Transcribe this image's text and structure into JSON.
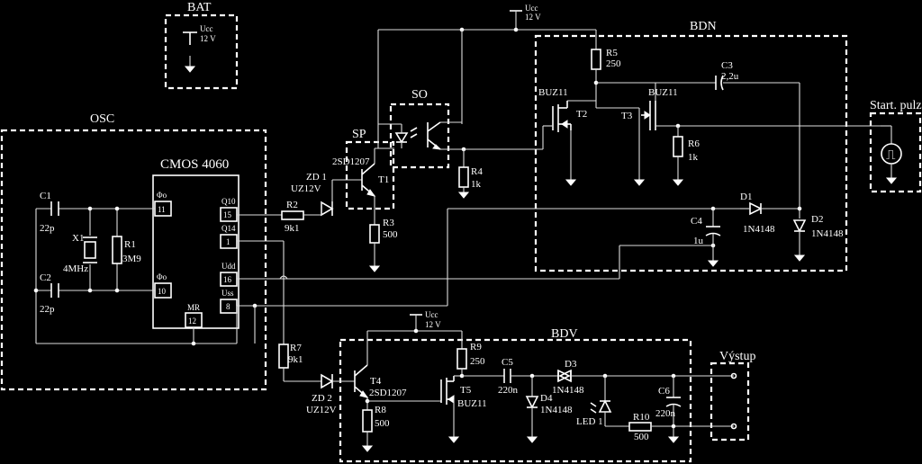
{
  "blocks": {
    "bat": "BAT",
    "osc": "OSC",
    "sp": "SP",
    "so": "SO",
    "bdn": "BDN",
    "bdv": "BDV",
    "start": "Start. pulz",
    "out": "Výstup"
  },
  "ic": {
    "name": "CMOS 4060",
    "pins": {
      "phi_o": "Φo",
      "p11": "11",
      "phi_o2": "Φo",
      "p10": "10",
      "mr": "MR",
      "p12": "12",
      "q10": "Q10",
      "p15": "15",
      "q14": "Q14",
      "p1": "1",
      "udd": "Udd",
      "p16": "16",
      "uss": "Uss",
      "p8": "8"
    }
  },
  "supply": {
    "ucc": "Ucc",
    "v12": "12 V"
  },
  "components": {
    "c1": "C1",
    "c1v": "22p",
    "c2": "C2",
    "c2v": "22p",
    "x1": "X1",
    "x1v": "4MHz",
    "r1": "R1",
    "r1v": "3M9",
    "r2": "R2",
    "r2v": "9k1",
    "zd1": "ZD 1",
    "zd1v": "UZ12V",
    "t1v": "2SD1207",
    "t1": "T1",
    "r3": "R3",
    "r3v": "500",
    "r4": "R4",
    "r4v": "1k",
    "r5": "R5",
    "r5v": "250",
    "t2t": "BUZ11",
    "t2": "T2",
    "t3t": "BUZ11",
    "t3": "T3",
    "r6": "R6",
    "r6v": "1k",
    "c3": "C3",
    "c3v": "2,2u",
    "c4": "C4",
    "c4v": "1u",
    "d1": "D1",
    "d1v": "1N4148",
    "d2": "D2",
    "d2v": "1N4148",
    "r7": "R7",
    "r7v": "9k1",
    "zd2": "ZD 2",
    "zd2v": "UZ12V",
    "t4": "T4",
    "t4v": "2SD1207",
    "r8": "R8",
    "r8v": "500",
    "r9": "R9",
    "r9v": "250",
    "t5": "T5",
    "t5v": "BUZ11",
    "c5": "C5",
    "c5v": "220n",
    "d3": "D3",
    "d3v": "1N4148",
    "d4": "D4",
    "d4v": "1N4148",
    "led": "LED 1",
    "r10": "R10",
    "r10v": "500",
    "c6": "C6",
    "c6v": "220n"
  },
  "pulse_symbol": "⎍"
}
